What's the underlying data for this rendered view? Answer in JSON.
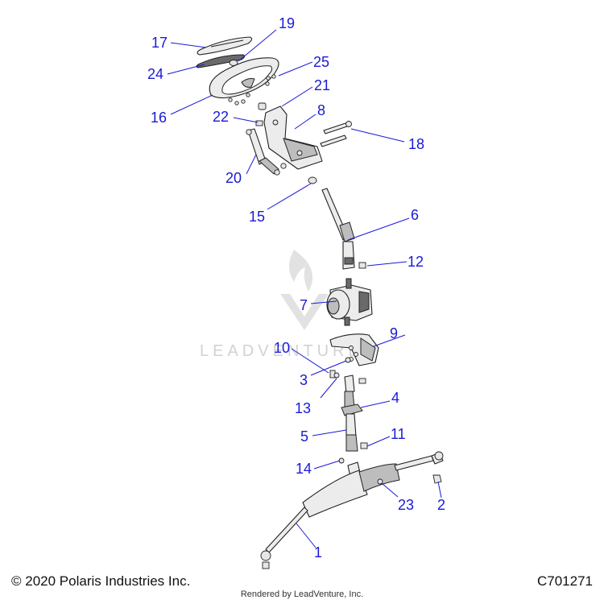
{
  "watermark": {
    "text": "LEADVENTURE"
  },
  "callouts": [
    {
      "id": "c17",
      "label": "17"
    },
    {
      "id": "c19",
      "label": "19"
    },
    {
      "id": "c24",
      "label": "24"
    },
    {
      "id": "c25",
      "label": "25"
    },
    {
      "id": "c21",
      "label": "21"
    },
    {
      "id": "c16",
      "label": "16"
    },
    {
      "id": "c22",
      "label": "22"
    },
    {
      "id": "c8",
      "label": "8"
    },
    {
      "id": "c18",
      "label": "18"
    },
    {
      "id": "c20",
      "label": "20"
    },
    {
      "id": "c15",
      "label": "15"
    },
    {
      "id": "c6",
      "label": "6"
    },
    {
      "id": "c12",
      "label": "12"
    },
    {
      "id": "c7",
      "label": "7"
    },
    {
      "id": "c9",
      "label": "9"
    },
    {
      "id": "c10",
      "label": "10"
    },
    {
      "id": "c3",
      "label": "3"
    },
    {
      "id": "c13",
      "label": "13"
    },
    {
      "id": "c4",
      "label": "4"
    },
    {
      "id": "c5",
      "label": "5"
    },
    {
      "id": "c11",
      "label": "11"
    },
    {
      "id": "c14",
      "label": "14"
    },
    {
      "id": "c23",
      "label": "23"
    },
    {
      "id": "c2",
      "label": "2"
    },
    {
      "id": "c1",
      "label": "1"
    }
  ],
  "footer": {
    "copyright": "© 2020 Polaris Industries Inc.",
    "code": "C701271",
    "rendered_by": "Rendered by LeadVenture, Inc."
  },
  "colors": {
    "callout": "#1a1ad6",
    "line_art": "#222222",
    "watermark": "#d2d2d2"
  }
}
